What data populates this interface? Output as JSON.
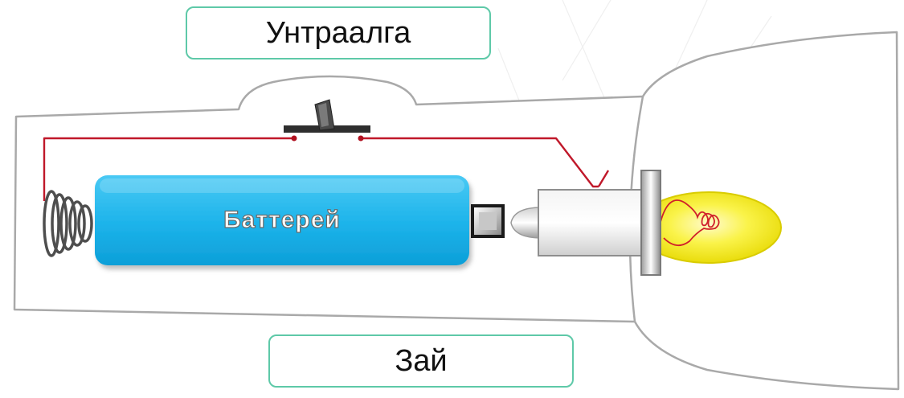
{
  "diagram": {
    "switch_label": "Унтраалга",
    "battery_label": "Баттерей",
    "bulb_label": "Зай"
  },
  "colors": {
    "body_outline": "#a9a9a9",
    "battery_fill": "#21b6ea",
    "wire": "#c0182a",
    "label_border": "#5ec9a8",
    "bulb_glass": "#f6ef1c",
    "filament": "#d0202a"
  }
}
